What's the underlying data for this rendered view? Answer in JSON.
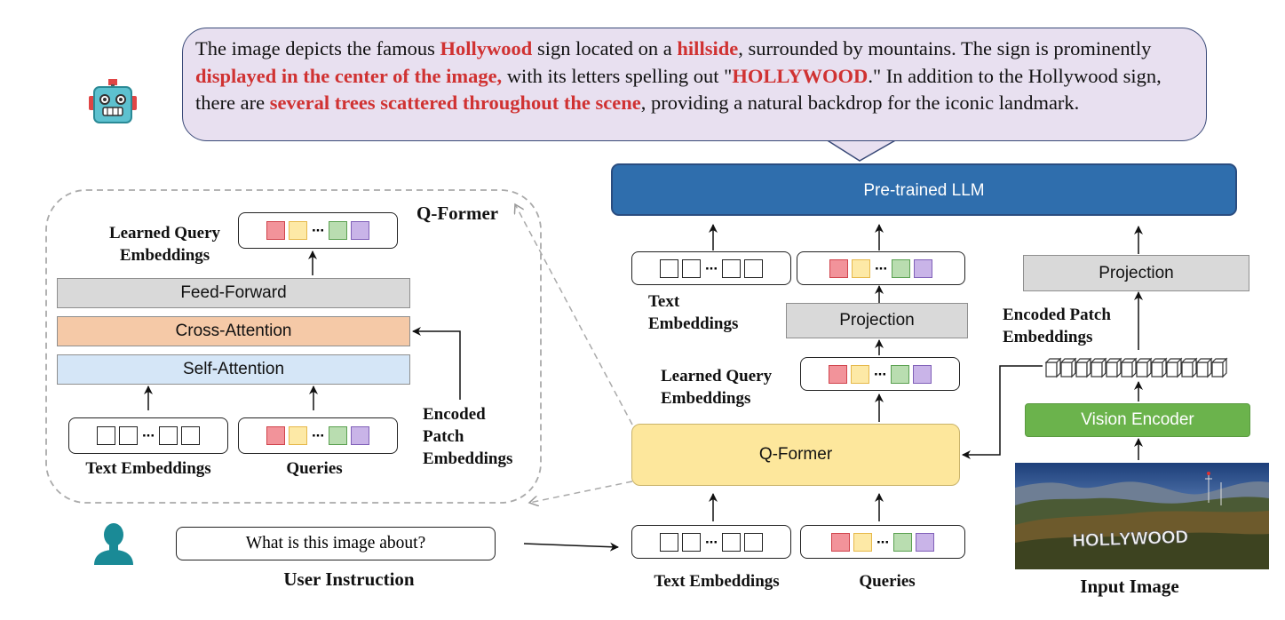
{
  "response": {
    "segments": [
      {
        "text": "The image depicts the famous ",
        "highlight": false
      },
      {
        "text": "Hollywood",
        "highlight": true
      },
      {
        "text": " sign located on a ",
        "highlight": false
      },
      {
        "text": "hillside",
        "highlight": true
      },
      {
        "text": ", surrounded by mountains. The sign is prominently ",
        "highlight": false
      },
      {
        "text": "displayed in the center of the image,",
        "highlight": true
      },
      {
        "text": " with its letters spelling out \"",
        "highlight": false
      },
      {
        "text": "HOLLYWOOD",
        "highlight": true
      },
      {
        "text": ".\" In addition to the Hollywood sign, there are ",
        "highlight": false
      },
      {
        "text": "several trees scattered throughout the scene",
        "highlight": true
      },
      {
        "text": ", providing a natural backdrop for the iconic landmark.",
        "highlight": false
      }
    ]
  },
  "qformer_detail": {
    "title": "Q-Former",
    "learned_query_label": "Learned Query\nEmbeddings",
    "feed_forward": "Feed-Forward",
    "cross_attention": "Cross-Attention",
    "self_attention": "Self-Attention",
    "text_embeddings_label": "Text Embeddings",
    "queries_label": "Queries",
    "encoded_patch_label": "Encoded\nPatch\nEmbeddings"
  },
  "pipeline": {
    "llm": "Pre-trained LLM",
    "text_embeddings_label": "Text\nEmbeddings",
    "projection_mid": "Projection",
    "learned_query_label": "Learned Query\nEmbeddings",
    "qformer": "Q-Former",
    "bottom_text_embeddings_label": "Text Embeddings",
    "bottom_queries_label": "Queries",
    "projection_right": "Projection",
    "encoded_patch_label": "Encoded Patch\nEmbeddings",
    "vision_encoder": "Vision Encoder",
    "input_image_label": "Input Image",
    "input_image_sign": "HOLLYWOOD"
  },
  "user": {
    "instruction_text": "What is this image about?",
    "instruction_label": "User Instruction"
  },
  "icons": [
    "robot-icon",
    "user-icon"
  ],
  "colors": {
    "highlight": "#d03232",
    "bubble_bg": "#e8e0f0",
    "llm": "#2f6ead",
    "qformer": "#fde79c",
    "vision_encoder": "#6bb34c",
    "projection": "#d9d9d9",
    "cross_attention": "#f5c9a7",
    "self_attention": "#d5e6f7",
    "user_icon": "#1a8a96"
  }
}
